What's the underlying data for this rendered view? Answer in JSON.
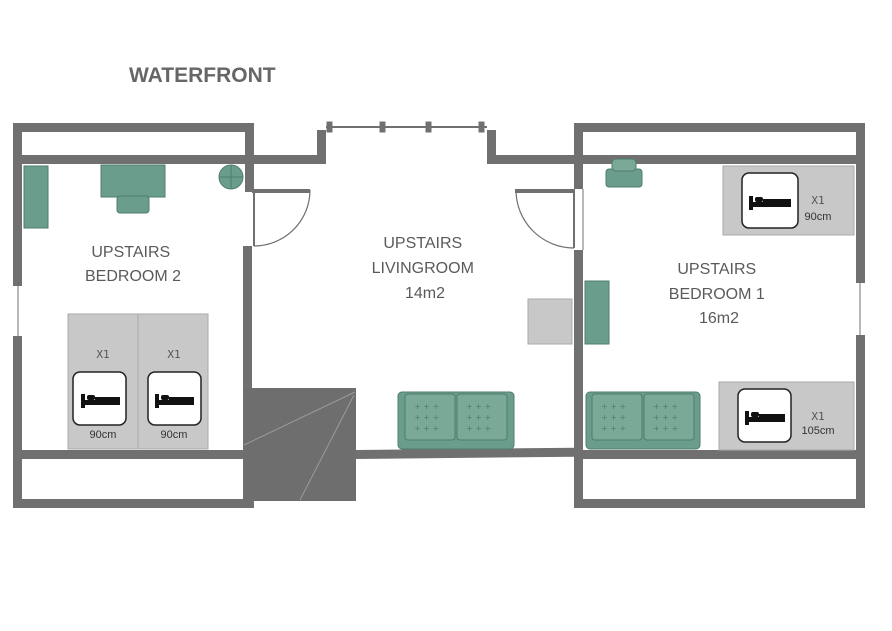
{
  "title": "WATERFRONT",
  "colors": {
    "wall": "#707070",
    "furniture": "#6b9d8c",
    "furniture_dark": "#4f7d6d",
    "bed": "#c8c8c8",
    "bed_border": "#aaaaaa",
    "stair": "#6e6e6e",
    "text": "#5a5a5a"
  },
  "rooms": {
    "bedroom2": {
      "lines": [
        "UPSTAIRS",
        "BEDROOM 2"
      ]
    },
    "livingroom": {
      "lines": [
        "UPSTAIRS",
        "LIVINGROOM",
        "14m2"
      ]
    },
    "bedroom1": {
      "lines": [
        "UPSTAIRS",
        "BEDROOM 1",
        "16m2"
      ]
    }
  },
  "beds": {
    "b2_left": {
      "count": "X1",
      "size": "90cm"
    },
    "b2_right": {
      "count": "X1",
      "size": "90cm"
    },
    "b1_top": {
      "count": "X1",
      "size": "90cm"
    },
    "b1_bottom": {
      "count": "X1",
      "size": "105cm"
    }
  },
  "icons": [
    "bed-icon",
    "radiator-fan-icon",
    "lamp-icon",
    "sofa-icon",
    "desk-icon",
    "chair-icon",
    "staircase-icon"
  ]
}
